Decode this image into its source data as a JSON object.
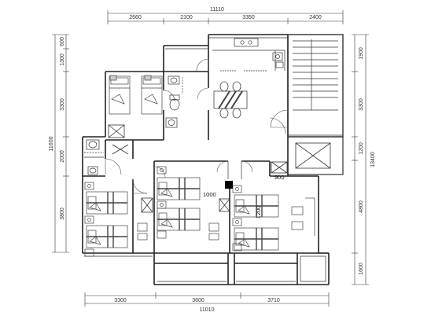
{
  "dimensions": {
    "top_total": "11110",
    "top_segments": [
      "2660",
      "2100",
      "3350",
      "2400"
    ],
    "bottom_total": "11010",
    "bottom_segments": [
      "3300",
      "3600",
      "3710"
    ],
    "left_total": "11600",
    "left_segments": [
      "600",
      "1300",
      "3300",
      "2000",
      "3800"
    ],
    "right_total": "13400",
    "right_segments": [
      "1900",
      "3300",
      "1200",
      "4800",
      "1600"
    ]
  },
  "annotations": {
    "corridor_width": "1000",
    "bed_length": "1200",
    "window_width": "900"
  },
  "colors": {
    "wall": "#222222",
    "line": "#333333",
    "door_arc": "#555555",
    "furniture": "#444444",
    "table_diag": "#444444",
    "column": "#000000"
  }
}
